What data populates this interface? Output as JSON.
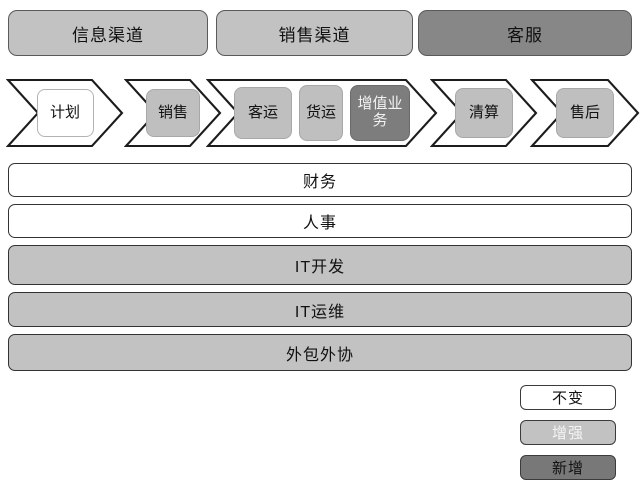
{
  "diagram": {
    "background_color": "#ffffff",
    "channels": {
      "items": [
        {
          "label": "信息渠道",
          "state": "enhanced",
          "color": "#c2c2c2"
        },
        {
          "label": "销售渠道",
          "state": "enhanced",
          "color": "#c2c2c2"
        },
        {
          "label": "客服",
          "state": "new",
          "color": "#878787"
        }
      ]
    },
    "process_chain": {
      "stages": [
        {
          "name": "stage-plan",
          "boxes": [
            {
              "label": "计划",
              "state": "unchanged",
              "color": "#ffffff"
            }
          ]
        },
        {
          "name": "stage-sales",
          "boxes": [
            {
              "label": "销售",
              "state": "enhanced",
              "color": "#bfbfbf"
            }
          ]
        },
        {
          "name": "stage-transport",
          "boxes": [
            {
              "label": "客运",
              "state": "enhanced",
              "color": "#bfbfbf"
            },
            {
              "label": "货运",
              "state": "enhanced",
              "color": "#bfbfbf"
            },
            {
              "label": "增值业务",
              "state": "new",
              "color": "#7d7d7d"
            }
          ]
        },
        {
          "name": "stage-settlement",
          "boxes": [
            {
              "label": "清算",
              "state": "enhanced",
              "color": "#bfbfbf"
            }
          ]
        },
        {
          "name": "stage-aftersales",
          "boxes": [
            {
              "label": "售后",
              "state": "enhanced",
              "color": "#bfbfbf"
            }
          ]
        }
      ]
    },
    "support_bars": [
      {
        "label": "财务",
        "state": "unchanged",
        "color": "#ffffff"
      },
      {
        "label": "人事",
        "state": "unchanged",
        "color": "#ffffff"
      },
      {
        "label": "IT开发",
        "state": "enhanced",
        "color": "#c2c2c2"
      },
      {
        "label": "IT运维",
        "state": "enhanced",
        "color": "#c2c2c2"
      },
      {
        "label": "外包外协",
        "state": "enhanced",
        "color": "#c2c2c2"
      }
    ],
    "legend": {
      "items": [
        {
          "label": "不变",
          "color": "#ffffff"
        },
        {
          "label": "增强",
          "color": "#c2c2c2"
        },
        {
          "label": "新增",
          "color": "#787878"
        }
      ]
    }
  }
}
